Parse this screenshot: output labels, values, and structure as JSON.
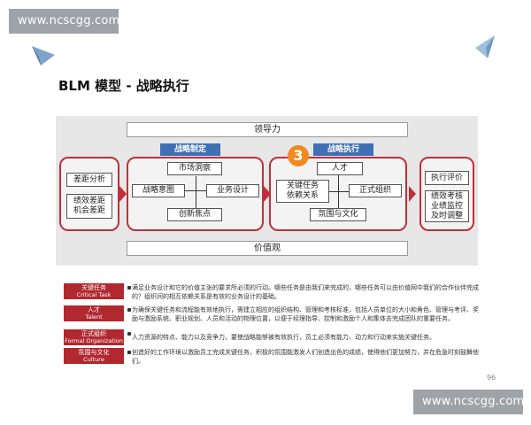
{
  "watermark": {
    "top": "www.ncscgg.com",
    "bottom": "www.ncscgg.com"
  },
  "title": "BLM 模型 - 战略执行",
  "diagram": {
    "top_bar": "领导力",
    "bottom_bar": "价值观",
    "left_panel": [
      "差距分析",
      "绩效差距\n机会差距"
    ],
    "strategy": {
      "header": "战略制定",
      "items": [
        "市场洞察",
        "战略意图",
        "业务设计",
        "创新焦点"
      ]
    },
    "execution": {
      "number": "3",
      "header": "战略执行",
      "items": [
        "人才",
        "关键任务\n依赖关系",
        "正式组织",
        "氛围与文化"
      ]
    },
    "right_panel": [
      "执行评价",
      "绩效考核\n业绩监控\n及时调整"
    ],
    "colors": {
      "accent_red": "#c0303a",
      "header_blue": "#3f6fb4",
      "badge_orange": "#ee8a22",
      "tag_red": "#b1282f"
    }
  },
  "legend_rows": [
    {
      "tag": "关键任务",
      "tag_en": "Critical Task",
      "desc": "满足业务设计和它的价值主张的要求所必须的行动。哪些任务是由我们来完成的，哪些任务可以由价值网中我们的合作伙伴完成的？组织间的相互依赖关系是有效的业务设计的基础。"
    },
    {
      "tag": "人才",
      "tag_en": "Talent",
      "desc": "为确保关键任务和流程能有效地执行，需建立相应的组织结构、管理和考核标准，包括人员单位的大小和角色、管理与考评、奖励与激励系统、职业规划、人员和活动的物理位置，以便于经理指导、控制和激励个人和集体去完成团队的重要任务。"
    },
    {
      "tag": "正式组织",
      "tag_en": "Formal Organization",
      "desc": "人力资源的特点、能力以及竞争力。要使战略能够被有效执行，员工必须有能力、动力和行动来实施关键任务。"
    },
    {
      "tag": "氛围与文化",
      "tag_en": "Culture",
      "desc": "创造好的工作环境以激励员工完成关键任务，积极的氛围能激发人们创造出色的成绩，使得他们更加努力，并在危急时刻鼓舞他们。"
    }
  ],
  "page_number": "96"
}
